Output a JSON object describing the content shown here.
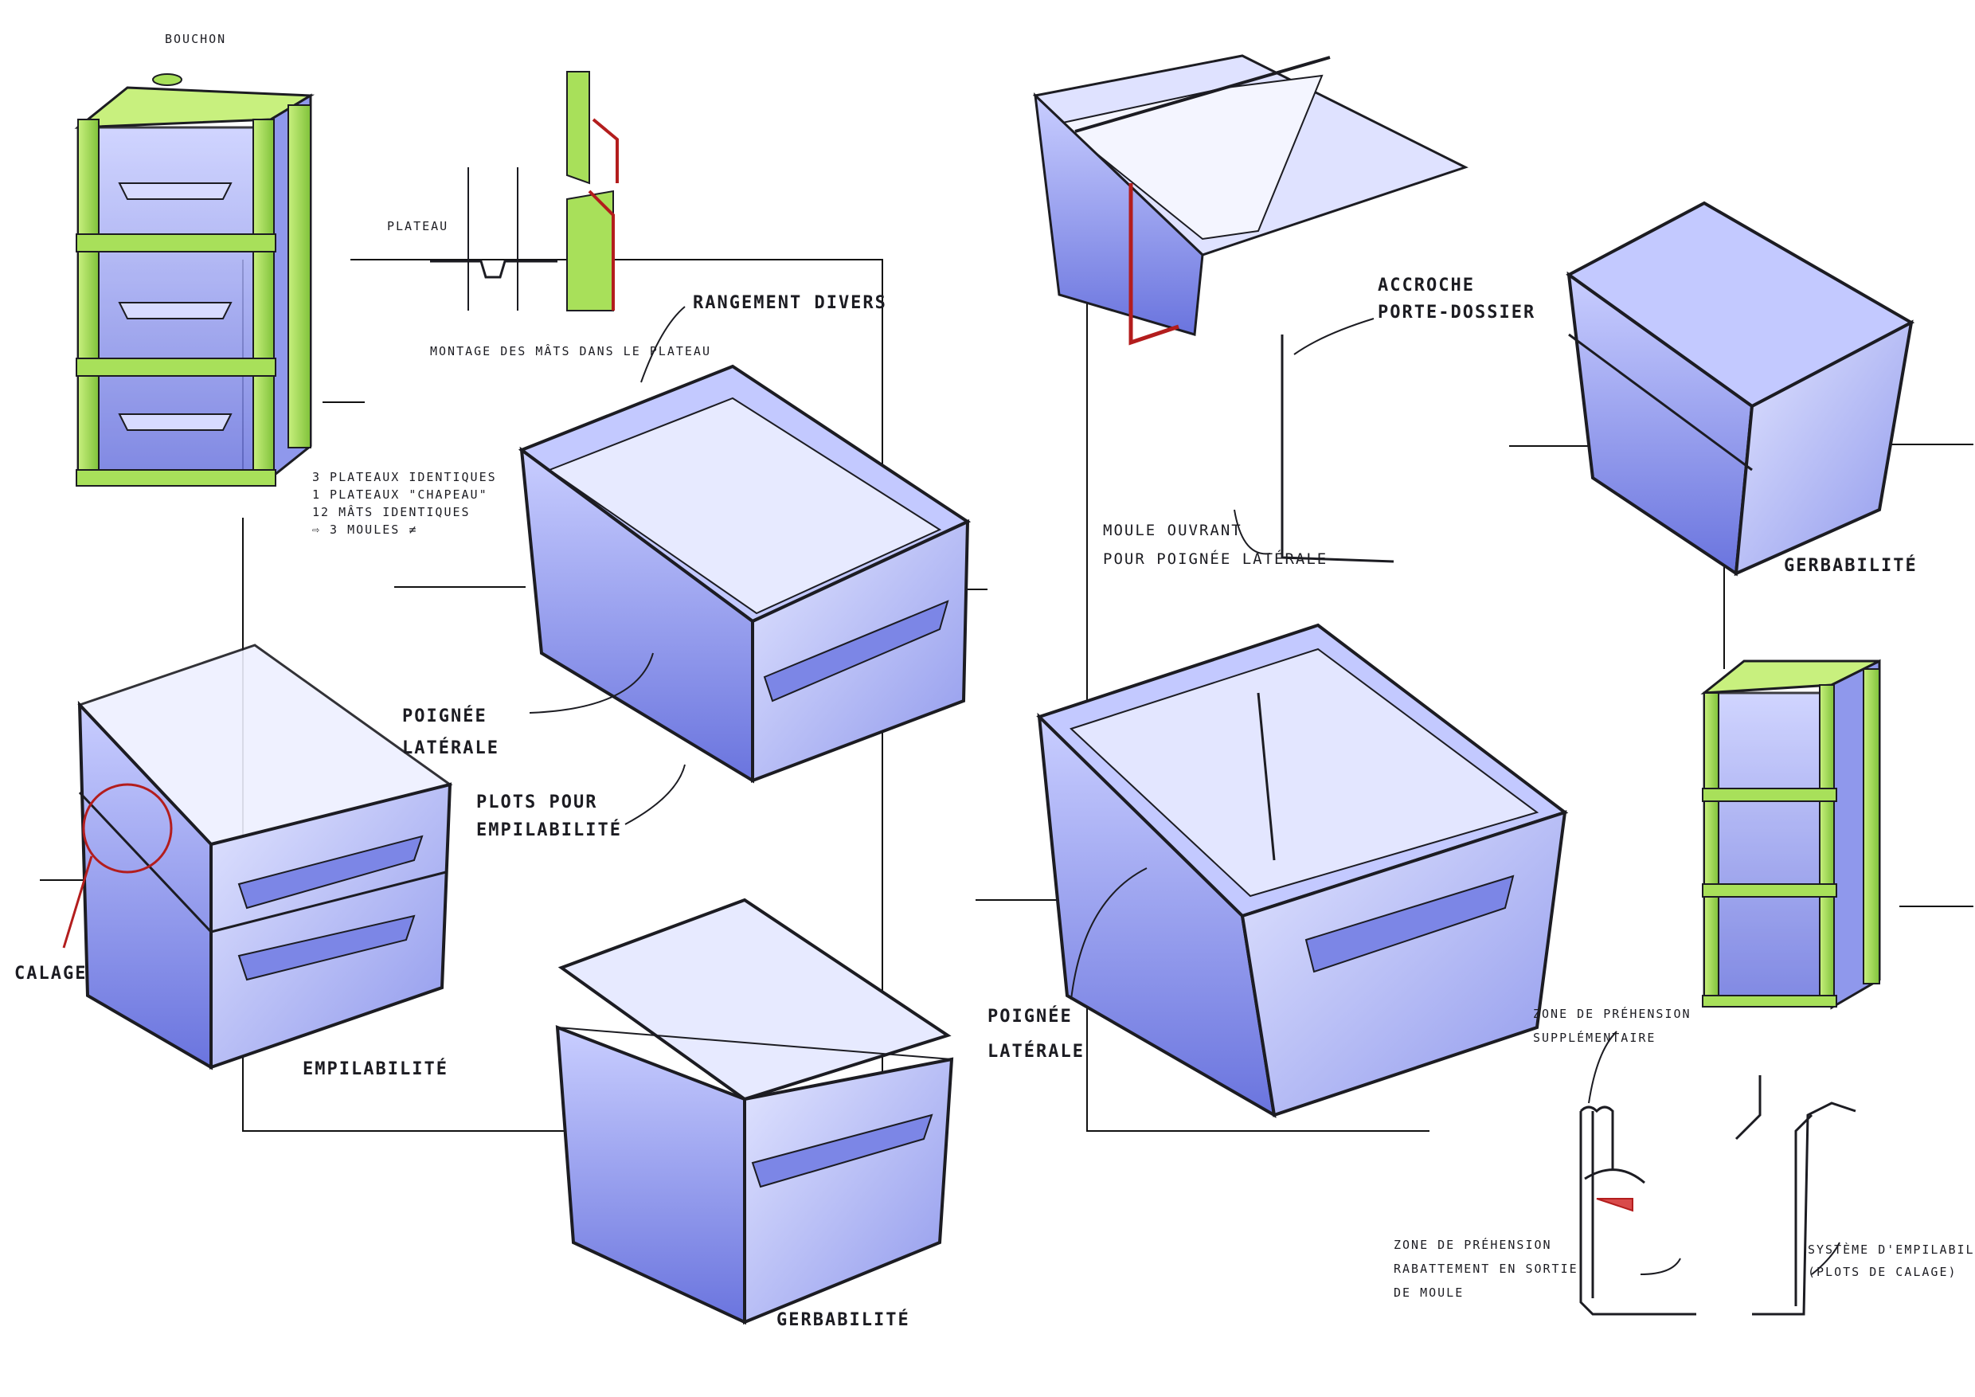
{
  "colors": {
    "ink": "#1c1c22",
    "blue_tint": "#aab2f2",
    "blue_mid": "#7c86e6",
    "blue_deep": "#4a55c8",
    "green": "#a8e05a",
    "green_dark": "#6fae2c",
    "red": "#b31d1d",
    "frame": "#111111"
  },
  "labels": {
    "bouchon": "BOUCHON",
    "plateau": "PLATEAU",
    "montage": "MONTAGE DES MÂTS DANS LE PLATEAU",
    "spec": [
      "3 PLATEAUX IDENTIQUES",
      "1 PLATEAUX \"CHAPEAU\"",
      "12 MÂTS IDENTIQUES",
      "⇨ 3 MOULES ≠"
    ],
    "rangement": "RANGEMENT DIVERS",
    "poignee_laterale_left": [
      "POIGNÉE",
      "LATÉRALE"
    ],
    "plots": [
      "PLOTS POUR",
      "EMPILABILITÉ"
    ],
    "calage": "CALAGE",
    "empilabilite": "EMPILABILITÉ",
    "gerbabilite_bottom": "GERBABILITÉ",
    "accroche": [
      "ACCROCHE",
      "PORTE-DOSSIER"
    ],
    "moule": [
      "MOULE OUVRANT",
      "POUR POIGNÉE LATÉRALE"
    ],
    "gerbabilite_right": "GERBABILITÉ",
    "poignee_laterale_right": [
      "POIGNÉE",
      "LATÉRALE"
    ],
    "zone_supp": [
      "ZONE DE PRÉHENSION",
      "SUPPLÉMENTAIRE"
    ],
    "zone_rab": [
      "ZONE DE PRÉHENSION",
      "RABATTEMENT EN SORTIE",
      "DE MOULE"
    ],
    "systeme": [
      "SYSTÈME D'EMPILABILITÉ",
      "(PLOTS DE CALAGE)"
    ]
  },
  "icons": [
    "drawer-tower",
    "storage-crate",
    "stacked-crates",
    "file-hanger",
    "profile-section"
  ]
}
